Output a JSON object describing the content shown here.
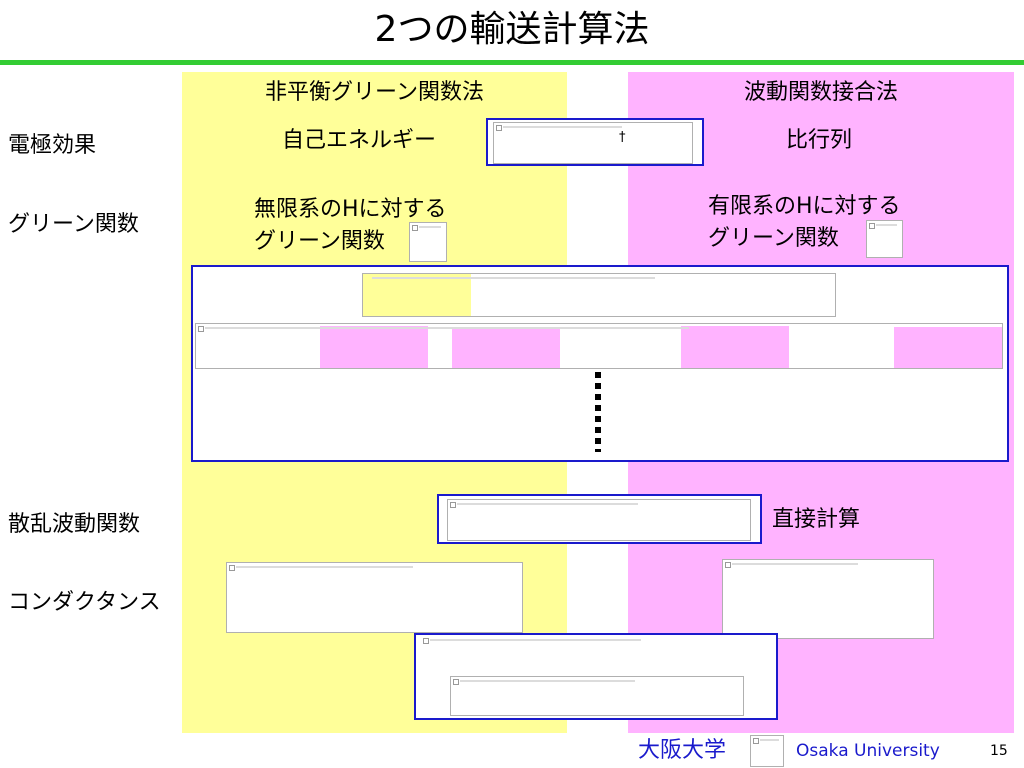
{
  "slide": {
    "title": "2つの輸送計算法",
    "page_number": "15"
  },
  "columns": {
    "left_header": "非平衡グリーン関数法",
    "right_header": "波動関数接合法"
  },
  "rows": {
    "electrode": "電極効果",
    "green": "グリーン関数",
    "scattering": "散乱波動関数",
    "conductance": "コンダクタンス"
  },
  "cells": {
    "left_electrode": "自己エネルギー",
    "dagger": "†",
    "right_electrode": "比行列",
    "left_green_line1": "無限系のHに対する",
    "left_green_line2": "グリーン関数",
    "right_green_line1": "有限系のHに対する",
    "right_green_line2": "グリーン関数",
    "right_scattering": "直接計算"
  },
  "footer": {
    "university_jp": "大阪大学",
    "university_en": "Osaka University"
  },
  "colors": {
    "accent_line": "#33cc33",
    "left_column": "#ffff99",
    "right_column": "#ffb3ff",
    "box_border": "#1a1acc"
  }
}
